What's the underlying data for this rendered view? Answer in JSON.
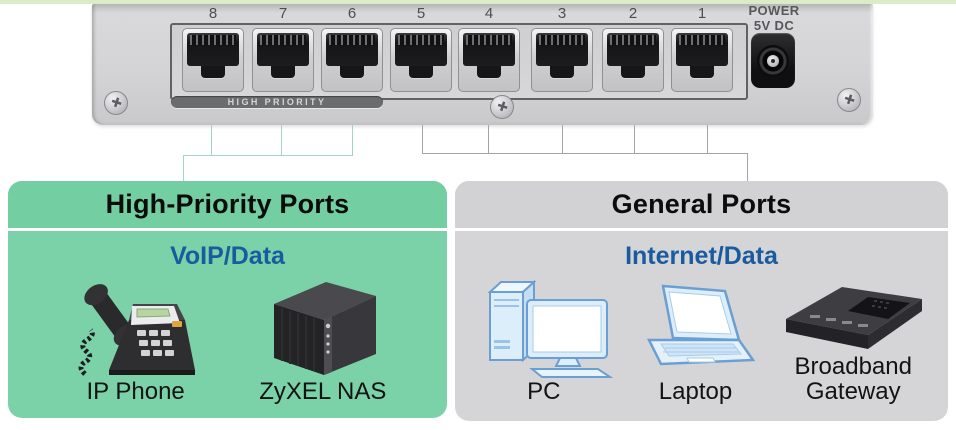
{
  "device": {
    "port_numbers": [
      "8",
      "7",
      "6",
      "5",
      "4",
      "3",
      "2",
      "1"
    ],
    "high_priority_badge": "HIGH PRIORITY",
    "power_label": "POWER",
    "power_voltage": "5V DC"
  },
  "groups": {
    "high_priority": {
      "title": "High-Priority Ports",
      "subtitle": "VoIP/Data",
      "devices": [
        {
          "label": "IP Phone"
        },
        {
          "label": "ZyXEL NAS"
        }
      ]
    },
    "general": {
      "title": "General Ports",
      "subtitle": "Internet/Data",
      "devices": [
        {
          "label": "PC"
        },
        {
          "label": "Laptop"
        },
        {
          "label": "Broadband Gateway"
        }
      ]
    }
  },
  "colors": {
    "top_strip_green": "#dcebc8",
    "panel_green_header": "#73cfa1",
    "panel_green_body": "#7cd2a8",
    "panel_gray_header": "#d2d2d4",
    "panel_gray_body": "#d5d5d7",
    "subtitle_blue": "#1a5ba0",
    "connector_green": "#9fd8be",
    "connector_gray": "#a4a4a6",
    "switch_body_gray": "#d4d4d6"
  }
}
